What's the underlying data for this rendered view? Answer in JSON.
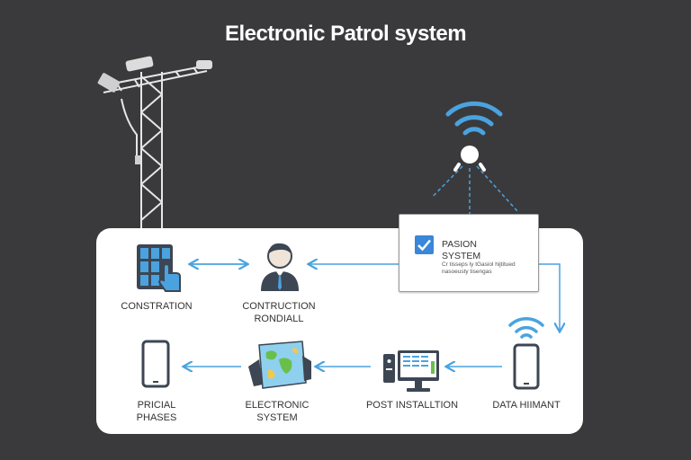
{
  "title": "Electronic Patrol system",
  "card": {
    "title_line1": "PASION",
    "title_line2": "SYSTEM",
    "sub_line1": "Cr tisseps ly tGasiol hijtitued",
    "sub_line2": "nasoeusty tisengas"
  },
  "nodes": [
    {
      "label": "CONSTRATION",
      "icon": "keypad-touch-icon"
    },
    {
      "label": "CONTRUCTION\nRONDIALL",
      "icon": "person-icon"
    },
    {
      "label": "PRICIAL\nPHASES",
      "icon": "smartphone-icon"
    },
    {
      "label": "ELECTRONIC\nSYSTEM",
      "icon": "world-map-icon"
    },
    {
      "label": "POST INSTALLTION",
      "icon": "computer-monitor-icon"
    },
    {
      "label": "DATA HIIMANT",
      "icon": "phone-wifi-icon"
    }
  ],
  "colors": {
    "background": "#3a3a3c",
    "panel": "#ffffff",
    "accent_blue": "#4aa3df",
    "dark_icon": "#3d4653"
  }
}
